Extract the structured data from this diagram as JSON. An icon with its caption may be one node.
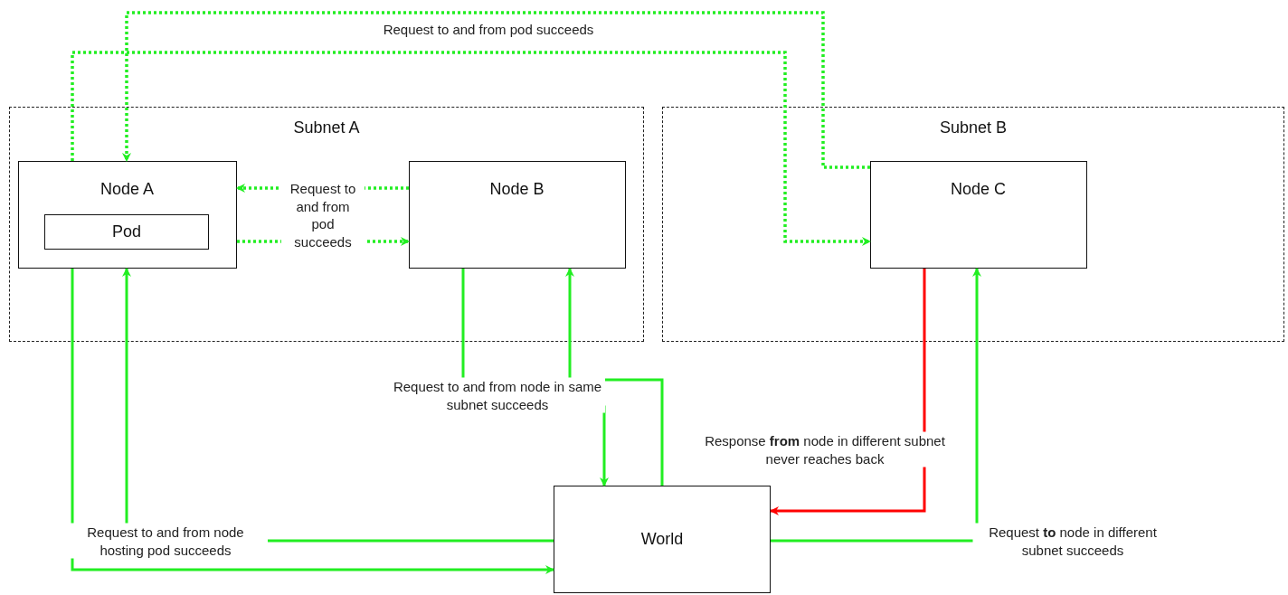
{
  "diagram": {
    "nodes": [
      {
        "text": [
          "Subnet A"
        ]
      },
      {
        "text": [
          "Node A"
        ],
        "in": 0
      },
      {
        "text": [
          "Pod"
        ],
        "in": 1
      },
      {
        "text": [
          "Node B"
        ],
        "in": 0
      },
      {
        "text": [
          "Subnet B"
        ]
      },
      {
        "text": [
          "Node C"
        ],
        "in": 4
      },
      {
        "text": [
          "World"
        ]
      }
    ],
    "edges": [
      {
        "from": 3,
        "to": 1,
        "arrow": "to",
        "style": "dashed",
        "label": "Request to and from pod succeeds"
      },
      {
        "from": 1,
        "to": 3,
        "arrow": "to",
        "style": "dashed"
      },
      {
        "from": 5,
        "to": 1,
        "arrow": "to",
        "style": "dashed",
        "label": "Request to and from pod succeeds"
      },
      {
        "from": 1,
        "to": 5,
        "arrow": "to",
        "style": "dashed"
      },
      {
        "from": 1,
        "to": 6,
        "arrow": "to"
      },
      {
        "from": 6,
        "to": 1,
        "arrow": "to",
        "label": "Request to and from node hosting pod succeeds"
      },
      {
        "from": 3,
        "to": 6,
        "arrow": "to",
        "label": "Request to and from node in same subnet succeeds"
      },
      {
        "from": 6,
        "to": 3,
        "arrow": "to"
      },
      {
        "from": 5,
        "to": 6,
        "arrow": "to",
        "color": "#ff0000",
        "label": "Response **from** node in different subnet never reaches back"
      },
      {
        "from": 6,
        "to": 5,
        "arrow": "to",
        "label": "Request **to** node in different subnet succeeds"
      }
    ]
  }
}
